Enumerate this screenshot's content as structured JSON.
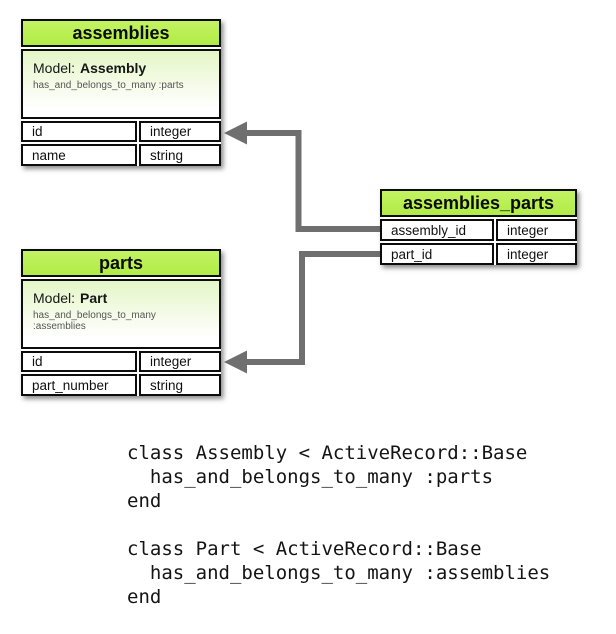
{
  "diagram": {
    "colors": {
      "header_green": "#BBEF55",
      "model_gradient_top": "#E4F7C7",
      "connector_gray": "#6F6F6F",
      "border_black": "#0C0C0C"
    },
    "tables": {
      "assemblies": {
        "title": "assemblies",
        "model_prefix": "Model:",
        "model_name": "Assembly",
        "association": "has_and_belongs_to_many :parts",
        "rows": [
          {
            "name": "id",
            "type": "integer"
          },
          {
            "name": "name",
            "type": "string"
          }
        ]
      },
      "parts": {
        "title": "parts",
        "model_prefix": "Model:",
        "model_name": "Part",
        "association": "has_and_belongs_to_many :assemblies",
        "rows": [
          {
            "name": "id",
            "type": "integer"
          },
          {
            "name": "part_number",
            "type": "string"
          }
        ]
      },
      "assemblies_parts": {
        "title": "assemblies_parts",
        "rows": [
          {
            "name": "assembly_id",
            "type": "integer"
          },
          {
            "name": "part_id",
            "type": "integer"
          }
        ]
      }
    }
  },
  "code": {
    "assembly_class": "class Assembly < ActiveRecord::Base\n  has_and_belongs_to_many :parts\nend",
    "part_class": "class Part < ActiveRecord::Base\n  has_and_belongs_to_many :assemblies\nend"
  }
}
